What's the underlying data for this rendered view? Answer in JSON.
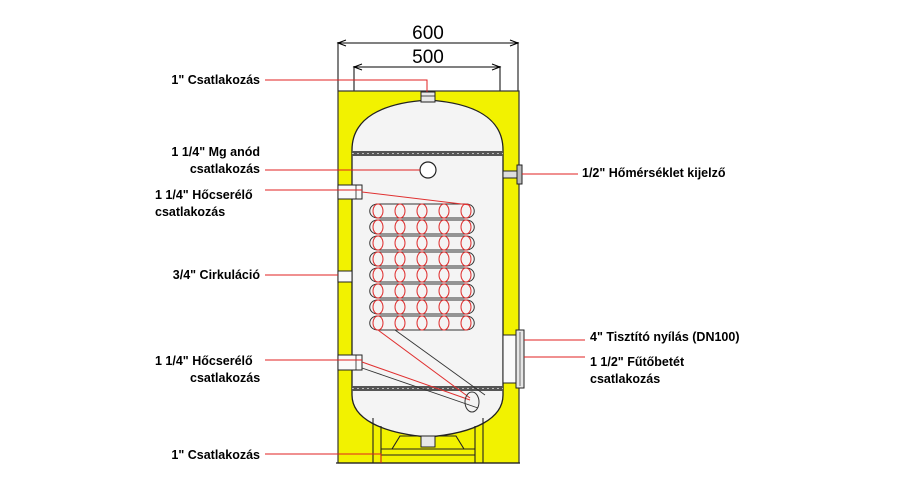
{
  "dimensions": {
    "outer_width": "600",
    "inner_width": "500"
  },
  "labels": {
    "top_connection": "1\" Csatlakozás",
    "anode_line1": "1 1/4\" Mg anód",
    "anode_line2": "csatlakozás",
    "hx_top_line1": "1 1/4\" Hőcserélő",
    "hx_top_line2": "csatlakozás",
    "circulation": "3/4\" Cirkuláció",
    "hx_bottom_line1": "1 1/4\" Hőcserélő",
    "hx_bottom_line2": "csatlakozás",
    "bottom_connection": "1\" Csatlakozás",
    "thermometer": "1/2\" Hőmérséklet kijelző",
    "cleaning_opening": "4\" Tisztító nyílás (DN100)",
    "heater_line1": "1 1/2\" Fűtőbetét",
    "heater_line2": "csatlakozás"
  },
  "colors": {
    "insulation": "#f2f200",
    "leader_line": "#e02020",
    "outline": "#222222",
    "coil": "#e03030",
    "tank_fill": "#f4f4f4"
  }
}
